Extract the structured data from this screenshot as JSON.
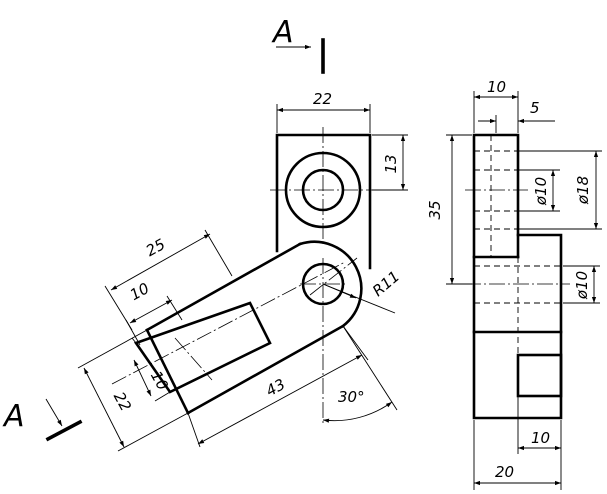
{
  "section": {
    "letter": "A"
  },
  "dimensions": {
    "top_width": "22",
    "top_height": "13",
    "arm_length": "25",
    "slot_offset": "10",
    "arm_total": "43",
    "slot_width": "10",
    "arm_width": "22",
    "radius": "R11",
    "angle": "30°",
    "side_height": "35",
    "side_top_width": "10",
    "side_step": "5",
    "hole_small_upper": "ø10",
    "hole_large": "ø18",
    "hole_small_lower": "ø10",
    "side_bottom_step": "10",
    "side_width": "20"
  }
}
